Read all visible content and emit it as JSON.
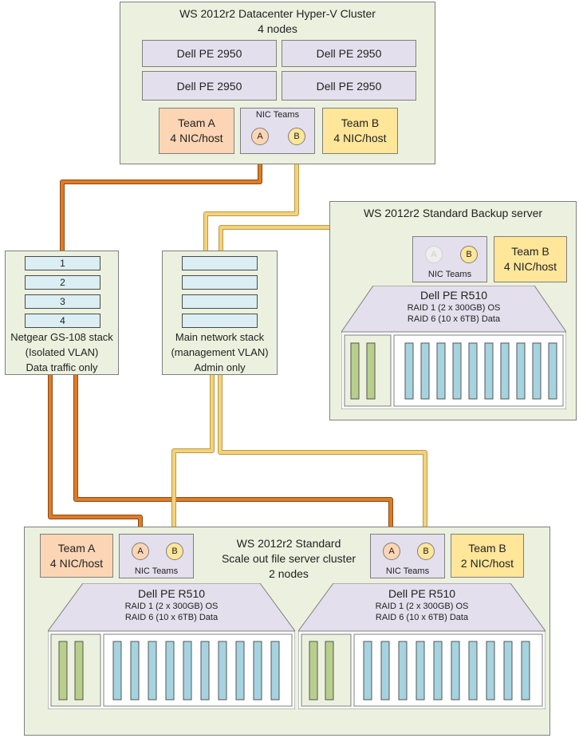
{
  "hyperv_cluster": {
    "title_line1": "WS 2012r2 Datacenter Hyper-V Cluster",
    "title_line2": "4 nodes",
    "nodes": [
      "Dell PE 2950",
      "Dell PE 2950",
      "Dell PE 2950",
      "Dell PE 2950"
    ],
    "team_a": {
      "name": "Team A",
      "detail": "4 NIC/host"
    },
    "team_b": {
      "name": "Team B",
      "detail": "4 NIC/host"
    },
    "nic_teams_label": "NIC Teams",
    "port_a": "A",
    "port_b": "B"
  },
  "netgear_stack": {
    "ports": [
      "1",
      "2",
      "3",
      "4"
    ],
    "line1": "Netgear GS-108 stack",
    "line2": "(Isolated VLAN)",
    "line3": "Data traffic only"
  },
  "main_stack": {
    "line1": "Main network stack",
    "line2": "(management VLAN)",
    "line3": "Admin only"
  },
  "backup_server": {
    "title": "WS 2012r2 Standard Backup server",
    "nic_teams_label": "NIC Teams",
    "port_a": "A",
    "port_b": "B",
    "team_b": {
      "name": "Team B",
      "detail": "4 NIC/host"
    },
    "server": {
      "name": "Dell PE R510",
      "raid1": "RAID 1 (2 x 300GB) OS",
      "raid6": "RAID 6 (10 x 6TB) Data"
    }
  },
  "sofs_cluster": {
    "title_line1": "WS 2012r2 Standard",
    "title_line2": "Scale out file server cluster",
    "title_line3": "2 nodes",
    "team_a": {
      "name": "Team A",
      "detail": "4 NIC/host"
    },
    "team_b": {
      "name": "Team B",
      "detail": "2 NIC/host"
    },
    "nic_teams_label": "NIC Teams",
    "port_a": "A",
    "port_b": "B",
    "servers": [
      {
        "name": "Dell PE R510",
        "raid1": "RAID 1 (2 x 300GB) OS",
        "raid6": "RAID 6 (10 x 6TB) Data"
      },
      {
        "name": "Dell PE R510",
        "raid1": "RAID 1 (2 x 300GB) OS",
        "raid6": "RAID 6 (10 x 6TB) Data"
      }
    ]
  },
  "colors": {
    "data_link": "#e07b28",
    "admin_link": "#f5d27a",
    "cluster_fill": "#ebf1de",
    "node_fill": "#e4dfec",
    "team_a_fill": "#fcd5b4",
    "team_b_fill": "#ffe699",
    "disk_fill": "#a6d3e0",
    "os_disk_fill": "#b8cf8c"
  }
}
